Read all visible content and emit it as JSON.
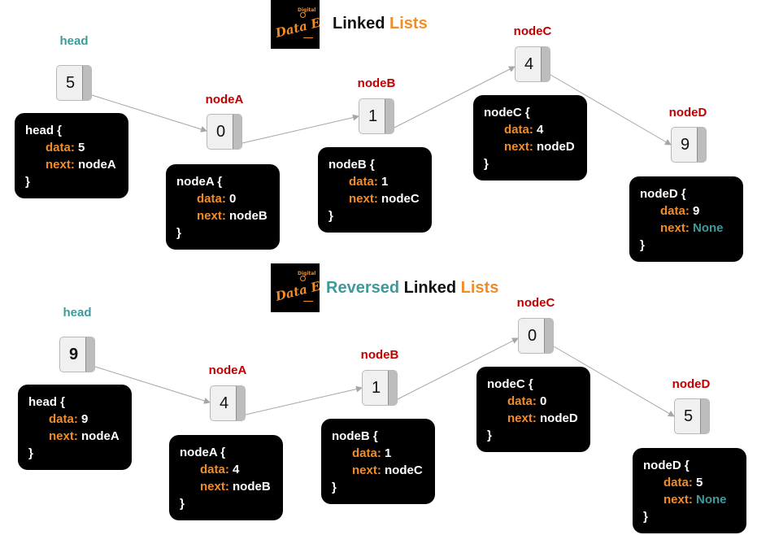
{
  "colors": {
    "accent_orange": "#f28c28",
    "accent_teal": "#3f999b",
    "node_label_red": "#c00000",
    "card_bg": "#000000",
    "arrow": "#a6a6a6"
  },
  "logo": {
    "small_text": "Digital",
    "main_text": "Data Eng."
  },
  "sections": [
    {
      "title": {
        "word1": "",
        "word2": "Linked",
        "word3": "Lists"
      },
      "nodes": [
        {
          "label": "head",
          "value": "5",
          "card": {
            "name": "head",
            "data_key": "data:",
            "data_val": "5",
            "next_key": "next:",
            "next_val": "nodeA"
          }
        },
        {
          "label": "nodeA",
          "value": "0",
          "card": {
            "name": "nodeA",
            "data_key": "data:",
            "data_val": "0",
            "next_key": "next:",
            "next_val": "nodeB"
          }
        },
        {
          "label": "nodeB",
          "value": "1",
          "card": {
            "name": "nodeB",
            "data_key": "data:",
            "data_val": "1",
            "next_key": "next:",
            "next_val": "nodeC"
          }
        },
        {
          "label": "nodeC",
          "value": "4",
          "card": {
            "name": "nodeC",
            "data_key": "data:",
            "data_val": "4",
            "next_key": "next:",
            "next_val": "nodeD"
          }
        },
        {
          "label": "nodeD",
          "value": "9",
          "card": {
            "name": "nodeD",
            "data_key": "data:",
            "data_val": "9",
            "next_key": "next:",
            "next_val": "None"
          }
        }
      ]
    },
    {
      "title": {
        "word1": "Reversed",
        "word2": "Linked",
        "word3": "Lists"
      },
      "nodes": [
        {
          "label": "head",
          "value": "9",
          "card": {
            "name": "head",
            "data_key": "data:",
            "data_val": "9",
            "next_key": "next:",
            "next_val": "nodeA"
          }
        },
        {
          "label": "nodeA",
          "value": "4",
          "card": {
            "name": "nodeA",
            "data_key": "data:",
            "data_val": "4",
            "next_key": "next:",
            "next_val": "nodeB"
          }
        },
        {
          "label": "nodeB",
          "value": "1",
          "card": {
            "name": "nodeB",
            "data_key": "data:",
            "data_val": "1",
            "next_key": "next:",
            "next_val": "nodeC"
          }
        },
        {
          "label": "nodeC",
          "value": "0",
          "card": {
            "name": "nodeC",
            "data_key": "data:",
            "data_val": "0",
            "next_key": "next:",
            "next_val": "nodeD"
          }
        },
        {
          "label": "nodeD",
          "value": "5",
          "card": {
            "name": "nodeD",
            "data_key": "data:",
            "data_val": "5",
            "next_key": "next:",
            "next_val": "None"
          }
        }
      ]
    }
  ]
}
